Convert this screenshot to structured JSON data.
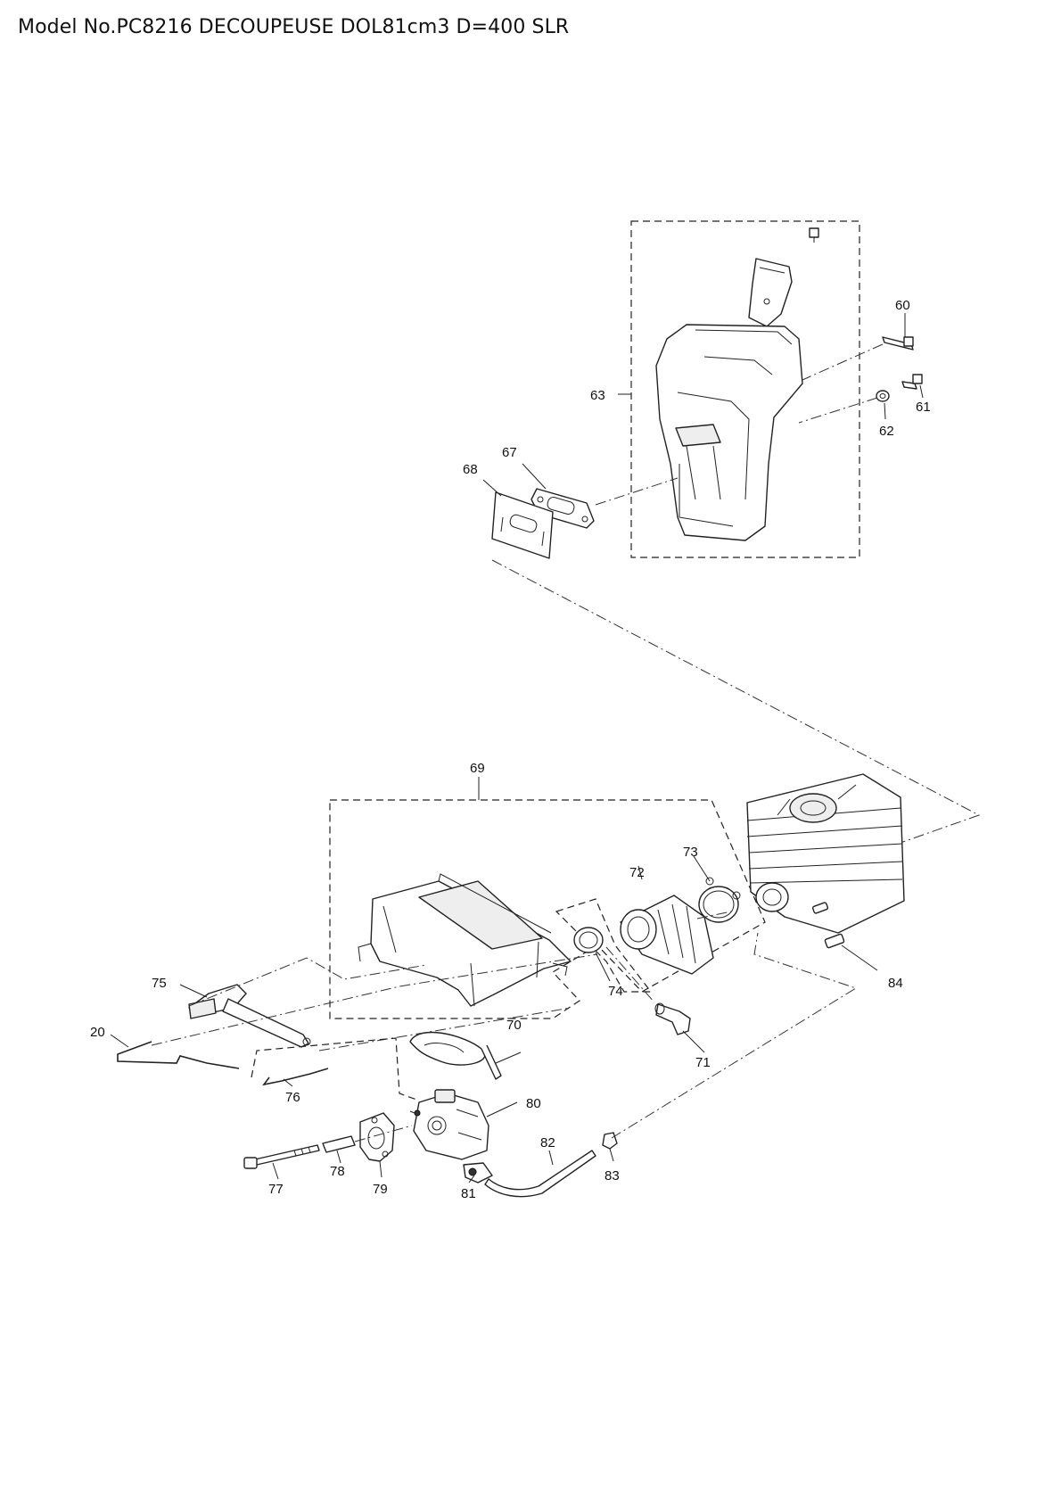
{
  "document": {
    "title": "Model No.PC8216 DECOUPEUSE DOL81cm3 D=400 SLR"
  },
  "labels": {
    "p60": "60",
    "p61": "61",
    "p62": "62",
    "p63": "63",
    "p67": "67",
    "p68": "68",
    "p69": "69",
    "p70": "70",
    "p71": "71",
    "p72": "72",
    "p73": "73",
    "p74": "74",
    "p75": "75",
    "p20": "20",
    "p76": "76",
    "p77": "77",
    "p78": "78",
    "p79": "79",
    "p80": "80",
    "p81": "81",
    "p82": "82",
    "p83": "83",
    "p84": "84"
  }
}
